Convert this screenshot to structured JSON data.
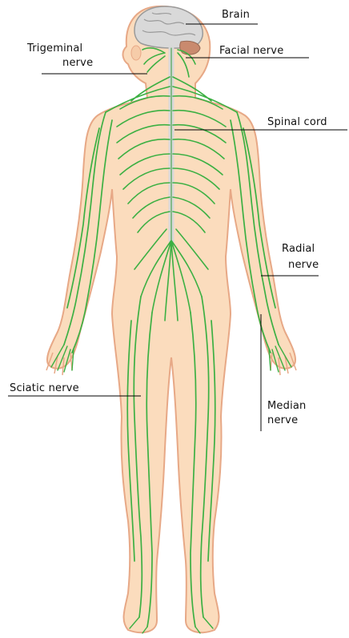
{
  "labels": {
    "brain": "Brain",
    "facial": "Facial nerve",
    "trigeminal_1": "Trigeminal",
    "trigeminal_2": "nerve",
    "spinal": "Spinal cord",
    "radial_1": "Radial",
    "radial_2": "nerve",
    "sciatic": "Sciatic nerve",
    "median_1": "Median",
    "median_2": "nerve"
  },
  "colors": {
    "skin": "#fbdcbd",
    "skin_outline": "#e7a886",
    "nerve": "#3cb043",
    "nerve_dark": "#2f9a38",
    "brain": "#d9d9d9",
    "brain_outline": "#9a9a9a",
    "cerebellum": "#c98a6e",
    "spinal_cord": "#d8d8d8"
  }
}
